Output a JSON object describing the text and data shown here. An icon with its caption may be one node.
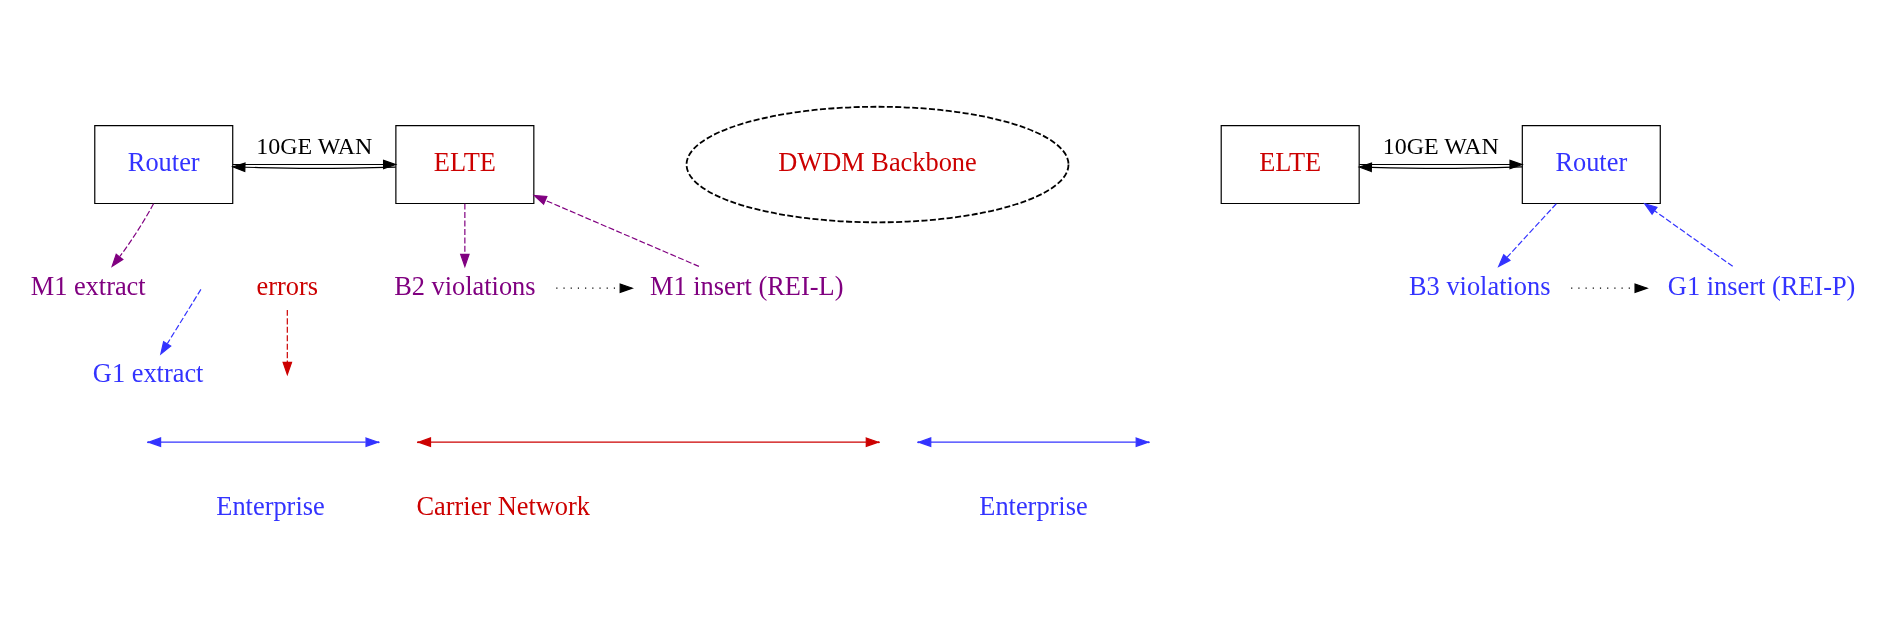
{
  "diagram": {
    "nodes": [
      {
        "text": [
          "Router"
        ]
      },
      {
        "text": [
          "ELTE"
        ]
      },
      {
        "text": [
          "DWDM Backbone"
        ]
      },
      {
        "text": [
          "ELTE"
        ]
      },
      {
        "text": [
          "Router"
        ]
      },
      {
        "text": [
          "errors"
        ]
      },
      {
        "text": [
          "B2 violations"
        ]
      },
      {
        "text": [
          "M1 extract"
        ]
      },
      {
        "text": [
          "M1 insert (REI-L)"
        ]
      },
      {
        "text": [
          "G1 extract"
        ]
      },
      {
        "text": [
          "B3 violations"
        ]
      },
      {
        "text": [
          "G1 insert (REI-P)"
        ]
      }
    ],
    "edges": [
      {
        "from": 0,
        "to": 1,
        "arrow": "to",
        "label": "10GE WAN"
      },
      {
        "from": 1,
        "to": 0,
        "arrow": "to"
      },
      {
        "from": 3,
        "to": 4,
        "arrow": "to",
        "label": "10GE WAN"
      },
      {
        "from": 4,
        "to": 3,
        "arrow": "to"
      },
      {
        "from": 5,
        "to": null,
        "arrow": "to",
        "style": "dashed",
        "color": "#cc0000"
      },
      {
        "from": 1,
        "to": 6,
        "arrow": "to",
        "style": "dashed",
        "color": "#800080"
      },
      {
        "from": 0,
        "to": 7,
        "arrow": "to",
        "style": "dashed",
        "color": "#800080"
      },
      {
        "from": 8,
        "to": 1,
        "arrow": "to",
        "style": "dashed",
        "color": "#800080"
      },
      {
        "from": 6,
        "to": 8,
        "arrow": "to",
        "style": "dashed"
      },
      {
        "from": null,
        "to": 9,
        "arrow": "to",
        "style": "dashed",
        "color": "#3333ff"
      },
      {
        "from": 4,
        "to": 10,
        "arrow": "to",
        "style": "dashed",
        "color": "#3333ff"
      },
      {
        "from": 11,
        "to": 4,
        "arrow": "to",
        "style": "dashed",
        "color": "#3333ff"
      },
      {
        "from": 10,
        "to": 11,
        "arrow": "to",
        "style": "dashed"
      }
    ],
    "labels": [
      "Enterprise",
      "Carrier Network",
      "Enterprise"
    ]
  }
}
